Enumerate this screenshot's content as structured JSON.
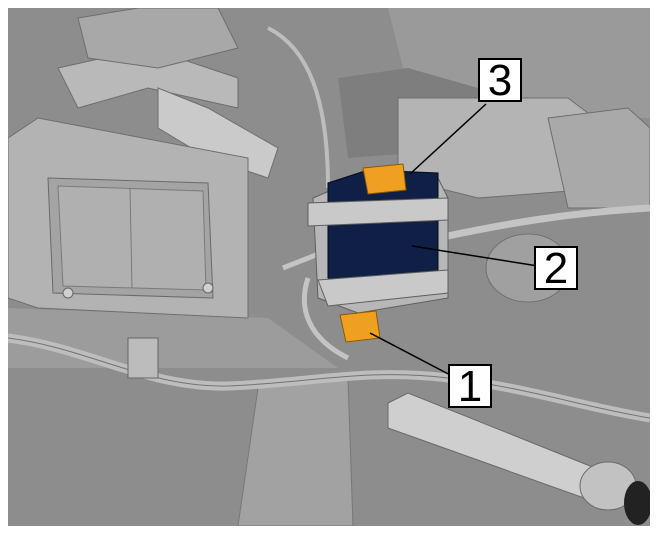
{
  "diagram": {
    "callouts": [
      {
        "id": "1",
        "label": "1"
      },
      {
        "id": "2",
        "label": "2"
      },
      {
        "id": "3",
        "label": "3"
      }
    ],
    "colors": {
      "background": "#8c8c8c",
      "part_light": "#c9c9c9",
      "part_mid": "#a6a6a6",
      "part_dark": "#6e6e6e",
      "module_blue": "#0f1f46",
      "connector_orange": "#f0a020",
      "frame_border": "#000000"
    }
  }
}
